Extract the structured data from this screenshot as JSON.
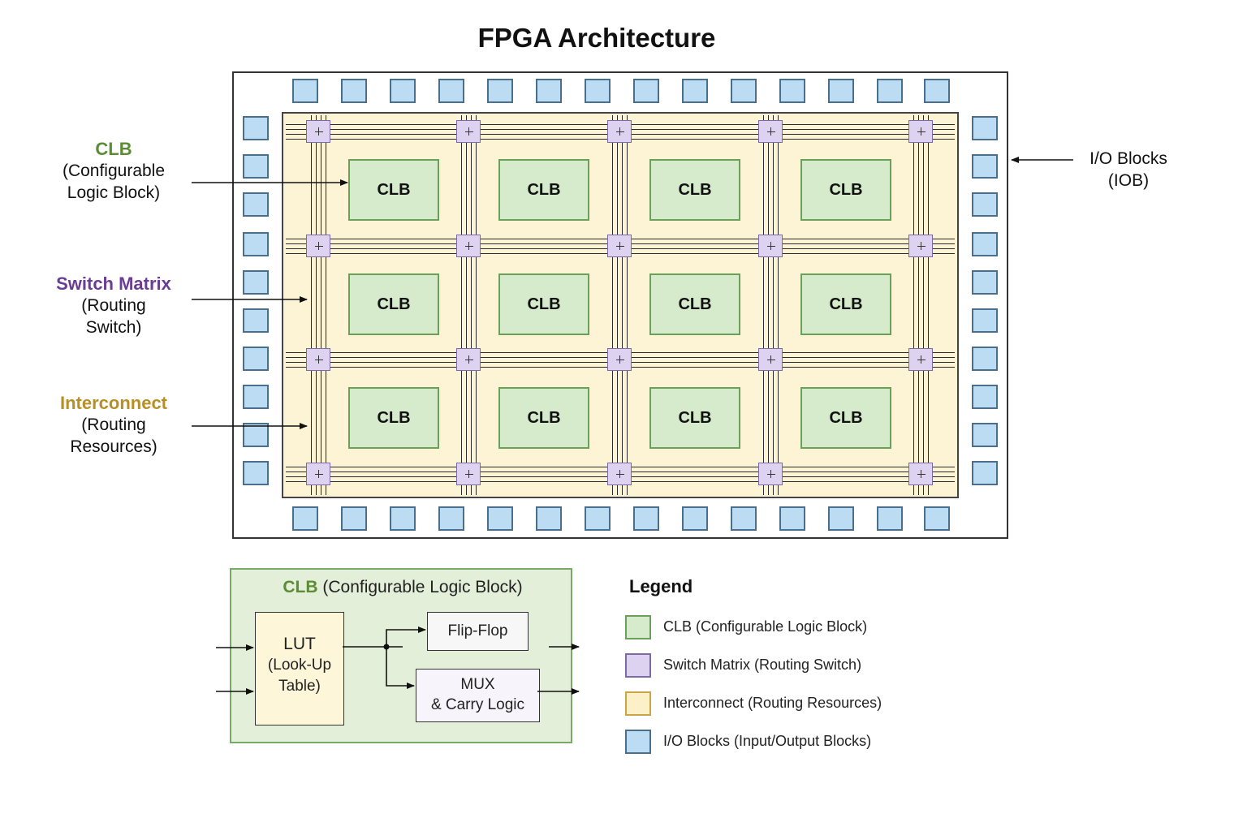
{
  "title": "FPGA Architecture",
  "clb_label": "CLB",
  "annotations": {
    "clb": {
      "head": "CLB",
      "line1": "(Configurable",
      "line2": "Logic Block)"
    },
    "switch_matrix": {
      "head": "Switch Matrix",
      "line1": "(Routing",
      "line2": "Switch)"
    },
    "interconnect": {
      "head": "Interconnect",
      "line1": "(Routing",
      "line2": "Resources)"
    },
    "io_blocks": {
      "line1": "I/O Blocks",
      "line2": "(IOB)"
    }
  },
  "clb_detail": {
    "title_bold": "CLB",
    "title_rest": " (Configurable Logic Block)",
    "lut": {
      "line1": "LUT",
      "line2": "(Look-Up",
      "line3": "Table)"
    },
    "flipflop": "Flip-Flop",
    "mux": {
      "line1": "MUX",
      "line2": "& Carry Logic"
    }
  },
  "legend": {
    "title": "Legend",
    "items": [
      {
        "label": "CLB (Configurable Logic Block)",
        "color": "#d5ebcc",
        "border": "#6aa05a"
      },
      {
        "label": "Switch Matrix (Routing Switch)",
        "color": "#ddd3f0",
        "border": "#7d68a8"
      },
      {
        "label": "Interconnect (Routing Resources)",
        "color": "#fcf0c8",
        "border": "#c9a548"
      },
      {
        "label": "I/O Blocks (Input/Output Blocks)",
        "color": "#bcdcf3",
        "border": "#4a6f8c"
      }
    ]
  },
  "colors": {
    "clb": "#5b8c36",
    "switch_matrix": "#6a3d94",
    "interconnect": "#b98f25",
    "io": "#bcdcf3"
  }
}
